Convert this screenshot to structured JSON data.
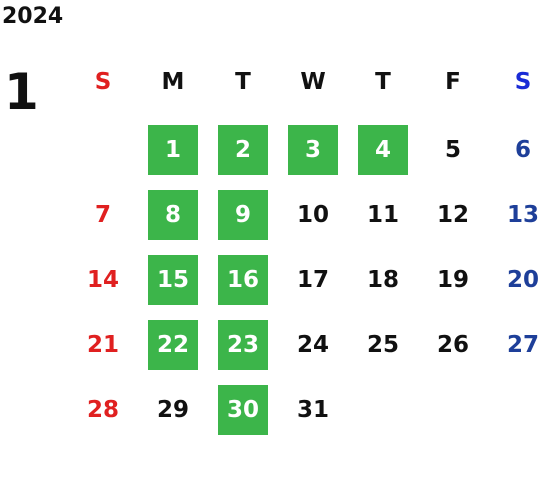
{
  "year": "2024",
  "month": "1",
  "weekdays": [
    "S",
    "M",
    "T",
    "W",
    "T",
    "F",
    "S"
  ],
  "first_weekday_index": 1,
  "days_in_month": 31,
  "highlighted_days": [
    1,
    2,
    3,
    4,
    8,
    9,
    15,
    16,
    22,
    23,
    30
  ],
  "colors": {
    "highlight": "#3cb54a",
    "sunday": "#e02020",
    "saturday": "#1e3f99",
    "saturday_header": "#1a2bd6",
    "text": "#111111"
  }
}
